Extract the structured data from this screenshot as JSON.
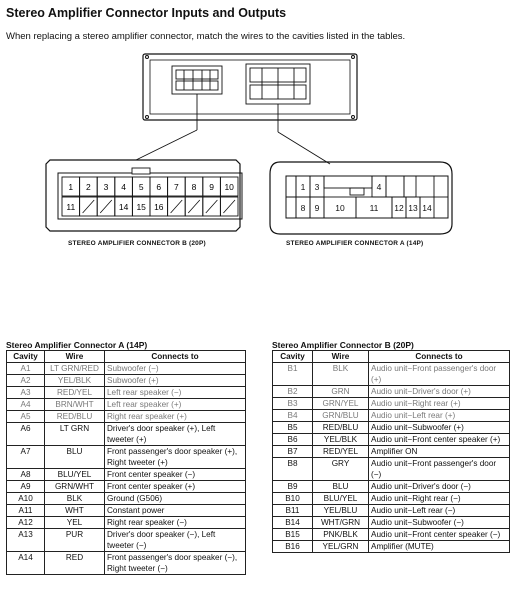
{
  "title": "Stereo Amplifier Connector Inputs and Outputs",
  "subtitle": "When replacing a stereo amplifier connector, match the wires to the cavities listed in the tables.",
  "connector_b": {
    "label": "STEREO AMPLIFIER CONNECTOR B (20P)",
    "top_row": [
      "1",
      "2",
      "3",
      "4",
      "5",
      "6",
      "7",
      "8",
      "9",
      "10"
    ],
    "bottom_row": [
      "11",
      "",
      "",
      "14",
      "15",
      "16",
      "",
      "",
      "",
      ""
    ]
  },
  "connector_a": {
    "label": "STEREO AMPLIFIER CONNECTOR A (14P)",
    "cells": [
      "1",
      "3",
      "4",
      "8",
      "9",
      "10",
      "11",
      "12",
      "13",
      "14"
    ]
  },
  "table_a": {
    "title": "Stereo Amplifier Connector A (14P)",
    "headers": [
      "Cavity",
      "Wire",
      "Connects to"
    ],
    "rows": [
      {
        "cavity": "A1",
        "wire": "LT GRN/RED",
        "connects": "Subwoofer (−)",
        "gray": true
      },
      {
        "cavity": "A2",
        "wire": "YEL/BLK",
        "connects": "Subwoofer (+)",
        "gray": true
      },
      {
        "cavity": "A3",
        "wire": "RED/YEL",
        "connects": "Left rear speaker (−)",
        "gray": true
      },
      {
        "cavity": "A4",
        "wire": "BRN/WHT",
        "connects": "Left rear speaker (+)",
        "gray": true
      },
      {
        "cavity": "A5",
        "wire": "RED/BLU",
        "connects": "Right rear speaker (+)",
        "gray": true
      },
      {
        "cavity": "A6",
        "wire": "LT GRN",
        "connects": "Driver's door speaker (+), Left tweeter (+)",
        "gray": false
      },
      {
        "cavity": "A7",
        "wire": "BLU",
        "connects": "Front passenger's door speaker (+), Right tweeter (+)",
        "gray": false
      },
      {
        "cavity": "A8",
        "wire": "BLU/YEL",
        "connects": "Front center speaker (−)",
        "gray": false
      },
      {
        "cavity": "A9",
        "wire": "GRN/WHT",
        "connects": "Front center speaker (+)",
        "gray": false
      },
      {
        "cavity": "A10",
        "wire": "BLK",
        "connects": "Ground (G506)",
        "gray": false
      },
      {
        "cavity": "A11",
        "wire": "WHT",
        "connects": "Constant power",
        "gray": false
      },
      {
        "cavity": "A12",
        "wire": "YEL",
        "connects": "Right rear speaker (−)",
        "gray": false
      },
      {
        "cavity": "A13",
        "wire": "PUR",
        "connects": "Driver's door speaker (−), Left tweeter (−)",
        "gray": false
      },
      {
        "cavity": "A14",
        "wire": "RED",
        "connects": "Front passenger's door speaker (−), Right tweeter (−)",
        "gray": false
      }
    ]
  },
  "table_b": {
    "title": "Stereo Amplifier Connector B (20P)",
    "headers": [
      "Cavity",
      "Wire",
      "Connects to"
    ],
    "rows": [
      {
        "cavity": "B1",
        "wire": "BLK",
        "connects": "Audio unit−Front passenger's door (+)",
        "gray": true
      },
      {
        "cavity": "B2",
        "wire": "GRN",
        "connects": "Audio unit−Driver's door (+)",
        "gray": true
      },
      {
        "cavity": "B3",
        "wire": "GRN/YEL",
        "connects": "Audio unit−Right rear (+)",
        "gray": true
      },
      {
        "cavity": "B4",
        "wire": "GRN/BLU",
        "connects": "Audio unit−Left rear (+)",
        "gray": true
      },
      {
        "cavity": "B5",
        "wire": "RED/BLU",
        "connects": "Audio unit−Subwoofer (+)",
        "gray": false
      },
      {
        "cavity": "B6",
        "wire": "YEL/BLK",
        "connects": "Audio unit−Front center speaker (+)",
        "gray": false
      },
      {
        "cavity": "B7",
        "wire": "RED/YEL",
        "connects": "Amplifier ON",
        "gray": false
      },
      {
        "cavity": "B8",
        "wire": "GRY",
        "connects": "Audio unit−Front passenger's door (−)",
        "gray": false
      },
      {
        "cavity": "B9",
        "wire": "BLU",
        "connects": "Audio unit−Driver's door (−)",
        "gray": false
      },
      {
        "cavity": "B10",
        "wire": "BLU/YEL",
        "connects": "Audio unit−Right rear (−)",
        "gray": false
      },
      {
        "cavity": "B11",
        "wire": "YEL/BLU",
        "connects": "Audio unit−Left rear (−)",
        "gray": false
      },
      {
        "cavity": "B14",
        "wire": "WHT/GRN",
        "connects": "Audio unit−Subwoofer (−)",
        "gray": false
      },
      {
        "cavity": "B15",
        "wire": "PNK/BLK",
        "connects": "Audio unit−Front center speaker (−)",
        "gray": false
      },
      {
        "cavity": "B16",
        "wire": "YEL/GRN",
        "connects": "Amplifier (MUTE)",
        "gray": false
      }
    ]
  }
}
